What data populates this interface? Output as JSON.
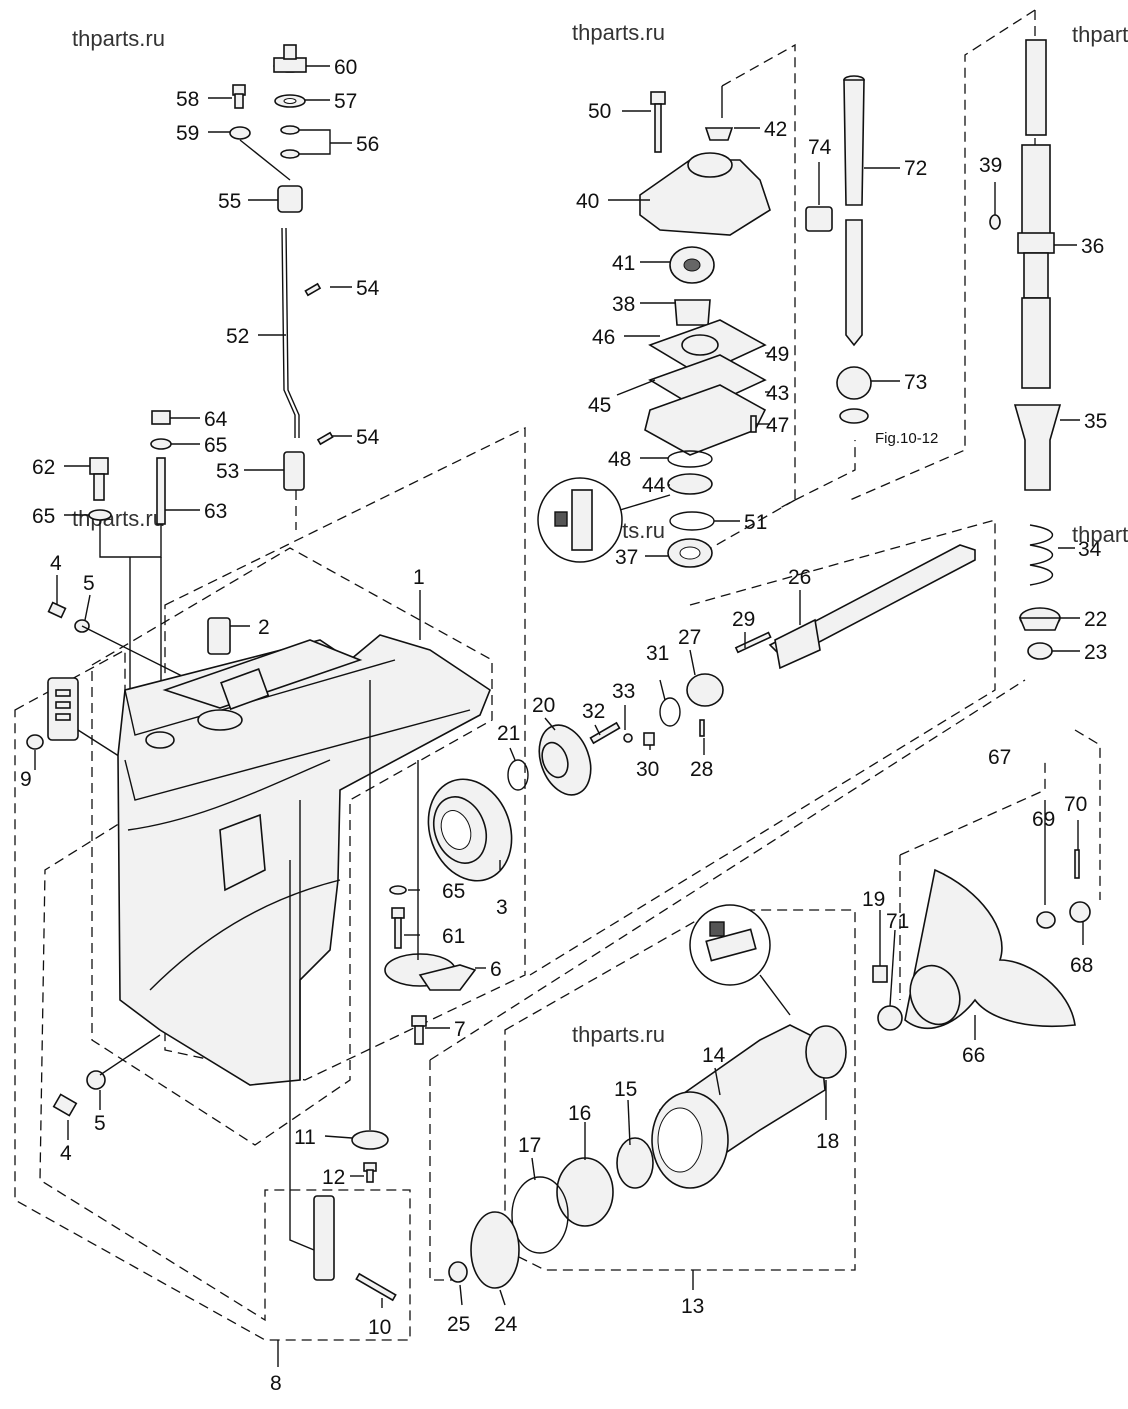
{
  "watermarks": [
    "thparts.ru",
    "thparts.ru",
    "thparts.ru",
    "thparts.ru",
    "thparts.ru",
    "thparts.ru",
    "thparts.ru"
  ],
  "figure_ref": "Fig.10-12",
  "callouts": [
    {
      "id": "c60",
      "text": "60"
    },
    {
      "id": "c58",
      "text": "58"
    },
    {
      "id": "c57",
      "text": "57"
    },
    {
      "id": "c59",
      "text": "59"
    },
    {
      "id": "c56",
      "text": "56"
    },
    {
      "id": "c55",
      "text": "55"
    },
    {
      "id": "c54a",
      "text": "54"
    },
    {
      "id": "c52",
      "text": "52"
    },
    {
      "id": "c54b",
      "text": "54"
    },
    {
      "id": "c64",
      "text": "64"
    },
    {
      "id": "c65a",
      "text": "65"
    },
    {
      "id": "c62",
      "text": "62"
    },
    {
      "id": "c53",
      "text": "53"
    },
    {
      "id": "c63",
      "text": "63"
    },
    {
      "id": "c65b",
      "text": "65"
    },
    {
      "id": "c4a",
      "text": "4"
    },
    {
      "id": "c5a",
      "text": "5"
    },
    {
      "id": "c1",
      "text": "1"
    },
    {
      "id": "c2",
      "text": "2"
    },
    {
      "id": "c9",
      "text": "9"
    },
    {
      "id": "c50",
      "text": "50"
    },
    {
      "id": "c42",
      "text": "42"
    },
    {
      "id": "c74",
      "text": "74"
    },
    {
      "id": "c72",
      "text": "72"
    },
    {
      "id": "c40",
      "text": "40"
    },
    {
      "id": "c41",
      "text": "41"
    },
    {
      "id": "c38",
      "text": "38"
    },
    {
      "id": "c46",
      "text": "46"
    },
    {
      "id": "c49",
      "text": "49"
    },
    {
      "id": "c45",
      "text": "45"
    },
    {
      "id": "c43",
      "text": "43"
    },
    {
      "id": "c73",
      "text": "73"
    },
    {
      "id": "c47",
      "text": "47"
    },
    {
      "id": "c48",
      "text": "48"
    },
    {
      "id": "c44",
      "text": "44"
    },
    {
      "id": "c51",
      "text": "51"
    },
    {
      "id": "c37",
      "text": "37"
    },
    {
      "id": "c39",
      "text": "39"
    },
    {
      "id": "c36",
      "text": "36"
    },
    {
      "id": "c35",
      "text": "35"
    },
    {
      "id": "c34",
      "text": "34"
    },
    {
      "id": "c22",
      "text": "22"
    },
    {
      "id": "c23",
      "text": "23"
    },
    {
      "id": "c26",
      "text": "26"
    },
    {
      "id": "c29",
      "text": "29"
    },
    {
      "id": "c27",
      "text": "27"
    },
    {
      "id": "c31",
      "text": "31"
    },
    {
      "id": "c33",
      "text": "33"
    },
    {
      "id": "c32",
      "text": "32"
    },
    {
      "id": "c20",
      "text": "20"
    },
    {
      "id": "c21",
      "text": "21"
    },
    {
      "id": "c30",
      "text": "30"
    },
    {
      "id": "c28",
      "text": "28"
    },
    {
      "id": "c67",
      "text": "67"
    },
    {
      "id": "c70",
      "text": "70"
    },
    {
      "id": "c69",
      "text": "69"
    },
    {
      "id": "c3",
      "text": "3"
    },
    {
      "id": "c65c",
      "text": "65"
    },
    {
      "id": "c61",
      "text": "61"
    },
    {
      "id": "c6",
      "text": "6"
    },
    {
      "id": "c7",
      "text": "7"
    },
    {
      "id": "c19",
      "text": "19"
    },
    {
      "id": "c71",
      "text": "71"
    },
    {
      "id": "c68",
      "text": "68"
    },
    {
      "id": "c14",
      "text": "14"
    },
    {
      "id": "c66",
      "text": "66"
    },
    {
      "id": "c15",
      "text": "15"
    },
    {
      "id": "c16",
      "text": "16"
    },
    {
      "id": "c17",
      "text": "17"
    },
    {
      "id": "c18",
      "text": "18"
    },
    {
      "id": "c4b",
      "text": "4"
    },
    {
      "id": "c5b",
      "text": "5"
    },
    {
      "id": "c11",
      "text": "11"
    },
    {
      "id": "c12",
      "text": "12"
    },
    {
      "id": "c10",
      "text": "10"
    },
    {
      "id": "c25",
      "text": "25"
    },
    {
      "id": "c24",
      "text": "24"
    },
    {
      "id": "c13",
      "text": "13"
    },
    {
      "id": "c8",
      "text": "8"
    }
  ]
}
